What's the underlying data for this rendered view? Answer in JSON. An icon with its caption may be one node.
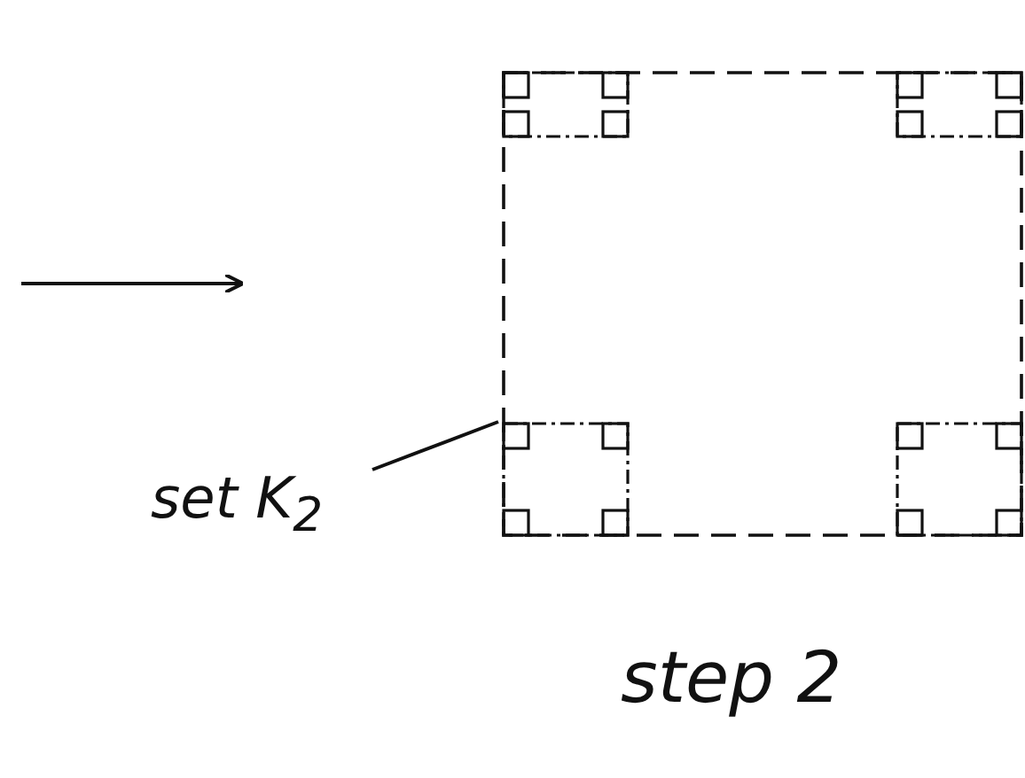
{
  "diagram": {
    "nodes": [
      {
        "text": [
          "set K$_{2}$"
        ]
      },
      {
        "text": [],
        "shape": "box"
      }
    ],
    "edges": [
      {
        "from": 0,
        "to": 1,
        "arrow": "none"
      }
    ],
    "labels": [
      "step 2"
    ]
  }
}
